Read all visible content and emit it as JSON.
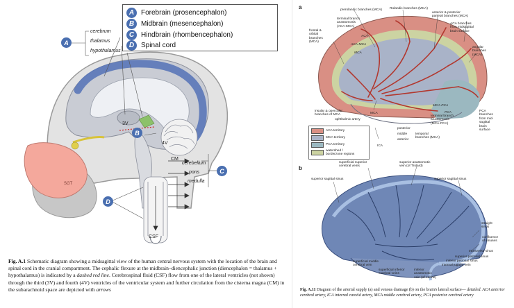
{
  "legend": {
    "items": [
      {
        "letter": "A",
        "label": "Forebrain (prosencephalon)"
      },
      {
        "letter": "B",
        "label": "Midbrain (mesencephalon)"
      },
      {
        "letter": "C",
        "label": "Hindbrain (rhombencephalon)"
      },
      {
        "letter": "D",
        "label": "Spinal cord"
      }
    ]
  },
  "fig1": {
    "labels": {
      "cerebrum": "cerebrum",
      "thalamus": "thalamus",
      "hypothalamus": "hypothalamus",
      "v3": "3V",
      "v4": "4V",
      "cm": "CM",
      "sgt": "SGT",
      "csf": "CSF",
      "cerebellum": "cerebellum",
      "pons": "pons",
      "medulla": "medulla"
    },
    "callouts": {
      "a": "A",
      "b": "B",
      "c": "C",
      "d": "D"
    },
    "caption": {
      "fig_label": "Fig. A.1",
      "text": "Schematic diagram showing a midsagittal view of the human central nervous system with the location of the brain and spinal cord in the cranial compartment. The cephalic flexure at the midbrain–diencephalic junction (diencephalon = thalamus + hypothalamus) is indicated by a",
      "italic1": "dashed red line",
      "text2": ". Cerebrospinal fluid (CSF) flow from one of the lateral ventricles (not shown) through the third (3V) and fourth (4V) ventricles of the ventricular system and further circulation from the cisterna magna (CM) in the subarachnoid space are depicted with",
      "italic2": "arrows"
    }
  },
  "fig11": {
    "panel_a": "a",
    "panel_b": "b",
    "a_labels": {
      "precentral": "prerolandic branches (MCA)",
      "rolandic": "Rolandic branches (MCA)",
      "ant_post_parietal": "anterior & posterior\nparietal branches (MCA)",
      "terminal_aca_mca": "terminal branch\nanastomosis\n(ACA-MCA)",
      "aca_terminal": "ACA branches\nfrom midsagittal\nbrain surface",
      "frontal": "frontal &\norbital\nbranches\n(MCA)",
      "angular": "angular\nbranches\n(MCA)",
      "insular": "insular & opercular\nbranches of MCA",
      "ophthalmic": "ophthalmic artery",
      "mca": "MCA",
      "ica": "ICA",
      "terminal_mca_pca": "terminal branch\nanastomosis\n(MCA-PCA)",
      "pca_branches": "PCA\nbranches\nfrom mid-\nsagittal\nbrain\nsurface",
      "posterior": "posterior",
      "middle": "middle",
      "anterior": "anterior",
      "temporal": "temporal\nbranches (MCA)",
      "aca_in": "ACA",
      "aca_mca_in": "ACA-MCA",
      "mca_in": "MCA",
      "mca_pca_in": "MCA-PCA",
      "pca_in": "PCA"
    },
    "key": [
      {
        "label": "ACA territory",
        "color": "#d98f84"
      },
      {
        "label": "MCA territory",
        "color": "#a9b3c8"
      },
      {
        "label": "PCA territory",
        "color": "#9bb8c0"
      },
      {
        "label": "watershed /\nborderzone regions",
        "color": "#ccd3a2"
      }
    ],
    "b_labels": {
      "sup_sup_cerebral": "superficial superior\ncerebral veins",
      "sup_anast_trolard": "superior anastomotic\nvein (of Trolard)",
      "sup_sag_left": "superior sagittal sinus",
      "sup_sag_right": "superior sagittal sinus",
      "straight": "straight\nsinus",
      "confluence": "confluence\nof sinuses",
      "transverse": "transverse sinus",
      "sup_petrosal": "superior petrosal sinus",
      "inf_petrosal": "inferior petrosal sinus",
      "internal_jugular": "internal jugular vein",
      "sup_middle": "superficial middle\ncerebral vein",
      "sup_inferior": "superficial inferior\ncerebral veins",
      "inf_anast_labbe": "inferior\nanastomotic\nvein (of Labbé)"
    },
    "caption": {
      "fig_label": "Fig. A.11",
      "text": "Diagram of the arterial supply (a) and venous drainage (b) on the brain's lateral surface—",
      "text2": "detailed. ACA anterior cerebral artery, ICA internal carotid artery, MCA middle cerebral artery, PCA posterior cerebral artery"
    }
  }
}
